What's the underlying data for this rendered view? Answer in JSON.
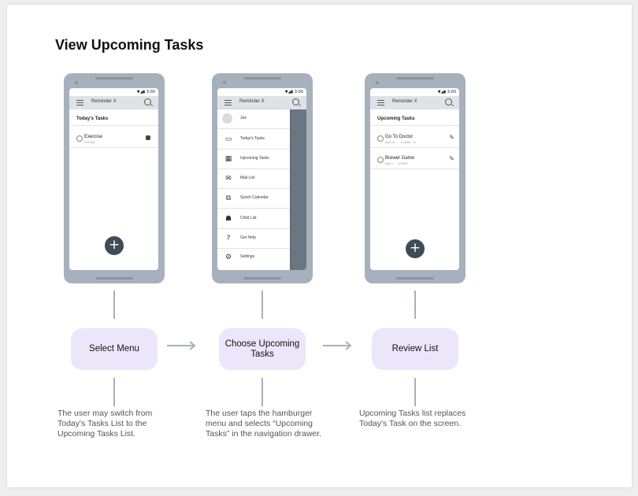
{
  "page": {
    "title": "View Upcoming Tasks"
  },
  "app": {
    "name": "Reminder X",
    "status_time": "3:00",
    "status_icons": "▼◢▮"
  },
  "screen1": {
    "section": "Today's Tasks",
    "tasks": [
      {
        "name": "Exercise",
        "sub": "9:00 AM"
      }
    ],
    "fab": "+"
  },
  "screen2": {
    "user": "Joe",
    "items": [
      {
        "label": "Today's Tasks",
        "icon": "calendar-icon",
        "glyph": "▭"
      },
      {
        "label": "Upcoming Tasks",
        "icon": "calendar-grid-icon",
        "glyph": "▦"
      },
      {
        "label": "Mail List",
        "icon": "mail-icon",
        "glyph": "✉"
      },
      {
        "label": "Synch Calendar",
        "icon": "sync-calendar-icon",
        "glyph": "⧉"
      },
      {
        "label": "Child List",
        "icon": "people-icon",
        "glyph": "☗"
      },
      {
        "label": "Get Help",
        "icon": "help-icon",
        "glyph": "?"
      },
      {
        "label": "Settings",
        "icon": "gear-icon",
        "glyph": "⚙"
      }
    ]
  },
  "screen3": {
    "section": "Upcoming Tasks",
    "tasks": [
      {
        "name": "Go To Doctor",
        "sub": "April 10",
        "sub2": "9:00AM",
        "sub3": "10"
      },
      {
        "name": "Brewer Game",
        "sub": "May 3",
        "sub2": "5:00PM"
      }
    ],
    "fab": "+"
  },
  "steps": [
    {
      "label": "Select Menu",
      "desc": "The user may switch from Today's Tasks List to the Upcoming Tasks List."
    },
    {
      "label": "Choose Upcoming Tasks",
      "desc": "The user taps the hamburger menu and selects “Upcoming Tasks” in the navigation drawer."
    },
    {
      "label": "Review List",
      "desc": "Upcoming Tasks list replaces Today's Task on the screen."
    }
  ],
  "colors": {
    "phone": "#a7b1bd",
    "step_bg": "#ece6fb",
    "fab": "#3f4b57",
    "overlay": "#6b7682"
  }
}
